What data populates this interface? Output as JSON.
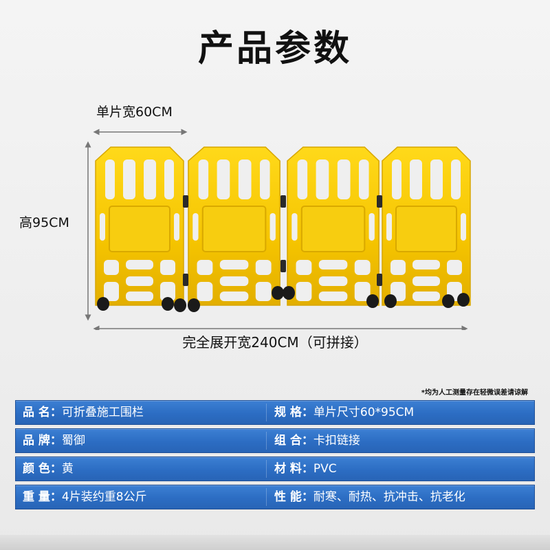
{
  "title": "产品参数",
  "dimensions": {
    "width_label": "单片宽60CM",
    "height_label": "高95CM",
    "total_label": "完全展开宽240CM（可拼接）"
  },
  "note": "*均为人工测量存在轻微误差请谅解",
  "specs": [
    {
      "left_key": "品  名：",
      "left_value": "可折叠施工围栏",
      "right_key": "规  格：",
      "right_value": "单片尺寸60*95CM"
    },
    {
      "left_key": "品  牌：",
      "left_value": "蜀御",
      "right_key": "组  合：",
      "right_value": "卡扣链接"
    },
    {
      "left_key": "颜  色：",
      "left_value": "黄",
      "right_key": "材  料：",
      "right_value": "PVC"
    },
    {
      "left_key": "重  量：",
      "left_value": "4片装约重8公斤",
      "right_key": "性  能：",
      "right_value": "耐寒、耐热、抗冲击、抗老化"
    }
  ],
  "colors": {
    "barrier_yellow": "#f5c800",
    "table_blue": "#2f70c6",
    "wheel_black": "#1a1a1a"
  }
}
